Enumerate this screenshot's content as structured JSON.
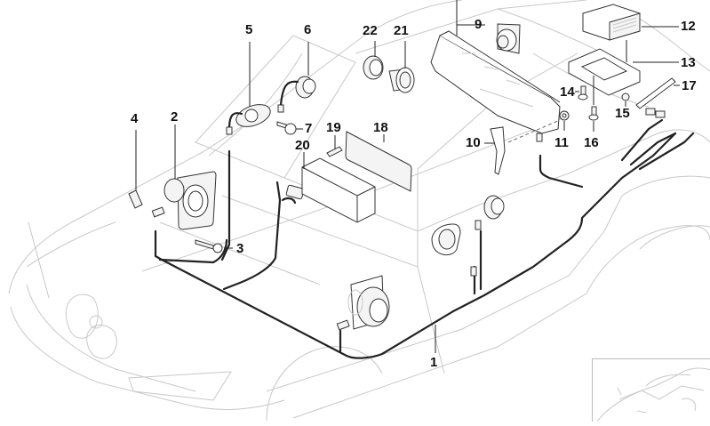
{
  "diagram": {
    "subject": "Car audio system parts diagram (speakers, amplifier, wiring harness)",
    "callouts": [
      {
        "id": "1",
        "text": "1"
      },
      {
        "id": "2",
        "text": "2"
      },
      {
        "id": "3",
        "text": "3"
      },
      {
        "id": "4",
        "text": "4"
      },
      {
        "id": "5",
        "text": "5"
      },
      {
        "id": "6",
        "text": "6"
      },
      {
        "id": "7",
        "text": "7"
      },
      {
        "id": "9",
        "text": "9"
      },
      {
        "id": "10",
        "text": "10"
      },
      {
        "id": "11",
        "text": "11"
      },
      {
        "id": "12",
        "text": "12"
      },
      {
        "id": "13",
        "text": "13"
      },
      {
        "id": "14",
        "text": "14"
      },
      {
        "id": "15",
        "text": "15"
      },
      {
        "id": "16",
        "text": "16"
      },
      {
        "id": "17",
        "text": "17"
      },
      {
        "id": "18",
        "text": "18"
      },
      {
        "id": "19",
        "text": "19"
      },
      {
        "id": "20",
        "text": "20"
      },
      {
        "id": "21",
        "text": "21"
      },
      {
        "id": "22",
        "text": "22"
      }
    ],
    "parts": {
      "wiring_harness": "1",
      "door_speaker": "2",
      "speaker_screw": "3",
      "clip_nut": "4",
      "tweeter_left": "5",
      "tweeter_right": "6",
      "fastener": "7",
      "rear_speaker": "9",
      "bracket": "10",
      "nut": "11",
      "amplifier": "12",
      "amplifier_bracket": "13",
      "bolt_a": "14",
      "nut_b": "15",
      "bolt_b": "16",
      "strip": "17",
      "cover_plate": "18",
      "pin": "19",
      "mounting_frame": "20",
      "speaker_ring": "21",
      "grommet": "22"
    }
  }
}
